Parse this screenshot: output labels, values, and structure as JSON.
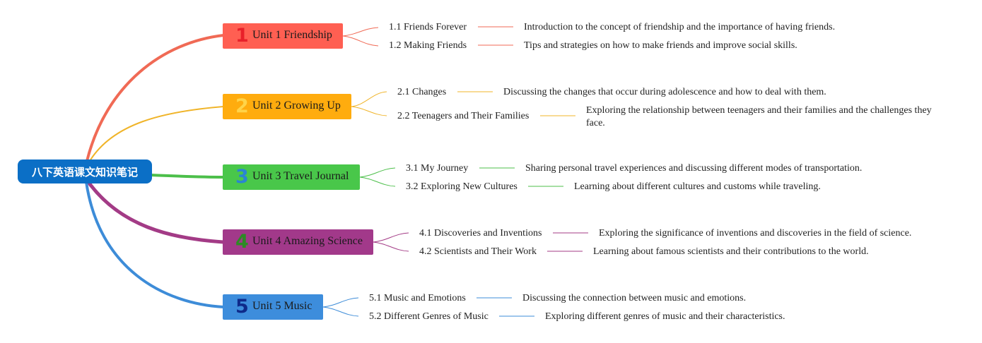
{
  "root": {
    "title": "八下英语课文知识笔记"
  },
  "units": [
    {
      "num": "1",
      "label": "Unit 1 Friendship",
      "color": "#ff5f52",
      "num_color": "#e8202a",
      "branch_color": "#f06a55",
      "topics": [
        {
          "label": "1.1 Friends Forever",
          "desc": "Introduction to the concept of friendship and the importance of having friends."
        },
        {
          "label": "1.2 Making Friends",
          "desc": "Tips and strategies on how to make friends and improve social skills."
        }
      ]
    },
    {
      "num": "2",
      "label": "Unit 2 Growing Up",
      "color": "#ffac0e",
      "num_color": "#ffd449",
      "branch_color": "#f0b429",
      "topics": [
        {
          "label": "2.1 Changes",
          "desc": "Discussing the changes that occur during adolescence and how to deal with them."
        },
        {
          "label": "2.2 Teenagers and Their Families",
          "desc": "Exploring the relationship between teenagers and their families and the challenges they face."
        }
      ]
    },
    {
      "num": "3",
      "label": "Unit 3 Travel Journal",
      "color": "#49c74a",
      "num_color": "#2a85d2",
      "branch_color": "#4cbf4a",
      "topics": [
        {
          "label": "3.1 My Journey",
          "desc": "Sharing personal travel experiences and discussing different modes of transportation."
        },
        {
          "label": "3.2 Exploring New Cultures",
          "desc": "Learning about different cultures and customs while traveling."
        }
      ]
    },
    {
      "num": "4",
      "label": "Unit 4 Amazing Science",
      "color": "#a2398a",
      "num_color": "#2d8a25",
      "branch_color": "#a33b86",
      "topics": [
        {
          "label": "4.1 Discoveries and Inventions",
          "desc": "Exploring the significance of inventions and discoveries in the field of science."
        },
        {
          "label": "4.2 Scientists and Their Work",
          "desc": "Learning about famous scientists and their contributions to the world."
        }
      ]
    },
    {
      "num": "5",
      "label": "Unit 5 Music",
      "color": "#3d8ddc",
      "num_color": "#0e2a8a",
      "branch_color": "#3d8cd8",
      "topics": [
        {
          "label": "5.1 Music and Emotions",
          "desc": "Discussing the connection between music and emotions."
        },
        {
          "label": "5.2 Different Genres of Music",
          "desc": "Exploring different genres of music and their characteristics."
        }
      ]
    }
  ]
}
